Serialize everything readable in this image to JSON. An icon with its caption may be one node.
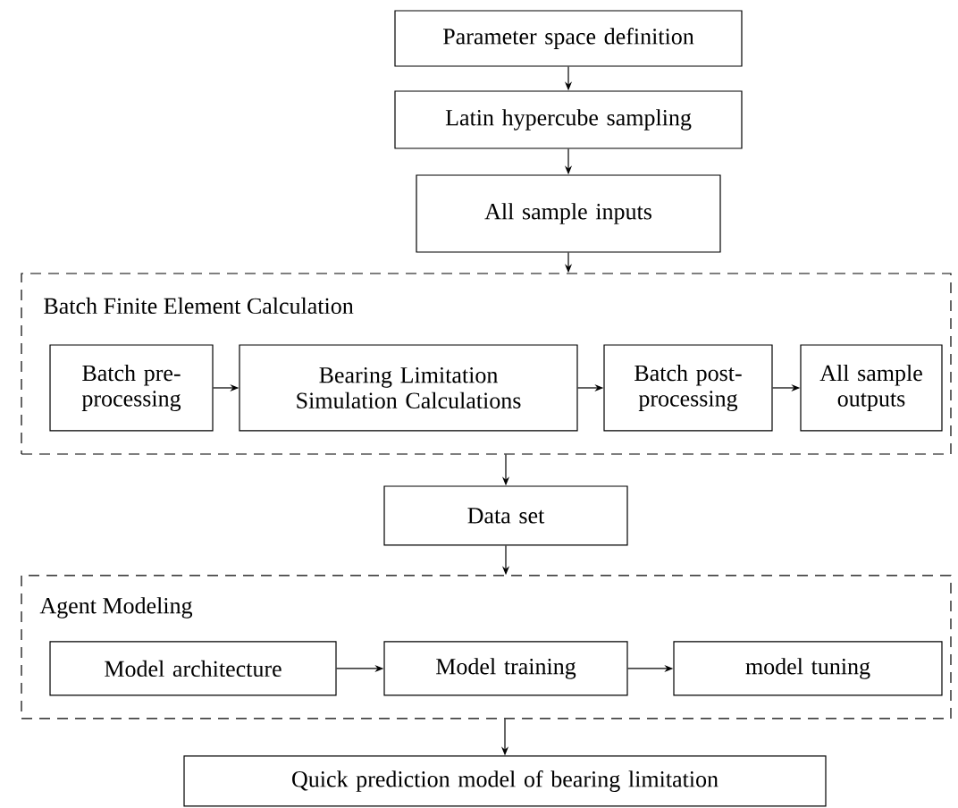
{
  "diagram": {
    "nodes": [
      {
        "text": [
          "Parameter space definition"
        ]
      },
      {
        "text": [
          "Latin hypercube sampling"
        ]
      },
      {
        "text": [
          "All sample inputs"
        ]
      },
      {
        "text": [
          "Batch Finite Element Calculation"
        ]
      },
      {
        "text": [
          "Batch pre-processing"
        ],
        "in": 3
      },
      {
        "text": [
          "Bearing Limitation Simulation Calculations"
        ],
        "in": 3
      },
      {
        "text": [
          "Batch post-processing"
        ],
        "in": 3
      },
      {
        "text": [
          "All sample outputs"
        ],
        "in": 3
      },
      {
        "text": [
          "Data set"
        ]
      },
      {
        "text": [
          "Agent Modeling"
        ]
      },
      {
        "text": [
          "Model architecture"
        ],
        "in": 9
      },
      {
        "text": [
          "Model training"
        ],
        "in": 9
      },
      {
        "text": [
          "model tuning"
        ],
        "in": 9
      },
      {
        "text": [
          "Quick prediction model of bearing limitation"
        ]
      }
    ],
    "edges": [
      {
        "from": 0,
        "to": 1,
        "arrow": "to"
      },
      {
        "from": 1,
        "to": 2,
        "arrow": "to"
      },
      {
        "from": 2,
        "to": 3,
        "arrow": "to"
      },
      {
        "from": 4,
        "to": 5,
        "arrow": "to"
      },
      {
        "from": 5,
        "to": 6,
        "arrow": "to"
      },
      {
        "from": 6,
        "to": 7,
        "arrow": "to"
      },
      {
        "from": 3,
        "to": 8,
        "arrow": "to"
      },
      {
        "from": 8,
        "to": 9,
        "arrow": "to"
      },
      {
        "from": 10,
        "to": 11,
        "arrow": "to"
      },
      {
        "from": 11,
        "to": 12,
        "arrow": "to"
      },
      {
        "from": 9,
        "to": 13,
        "arrow": "to"
      }
    ]
  }
}
